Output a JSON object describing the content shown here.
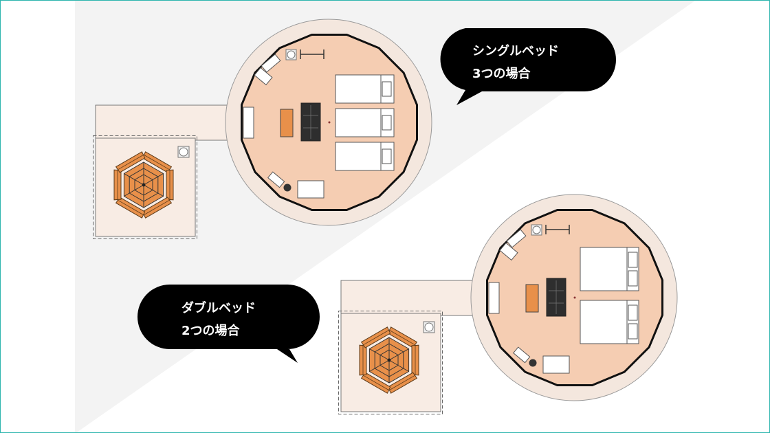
{
  "bubbles": [
    {
      "line1": "シングルベッド",
      "line2": "3つの場合"
    },
    {
      "line1": "ダブルベッド",
      "line2": "2つの場合"
    }
  ],
  "plans": [
    {
      "name": "single-bed-plan",
      "bed_type": "single",
      "bed_count": 3
    },
    {
      "name": "double-bed-plan",
      "bed_type": "double",
      "bed_count": 2
    }
  ],
  "colors": {
    "background_band": "#f3f3f3",
    "outer_ring": "#f4e7de",
    "floor": "#f5cdb2",
    "deck": "#f8ece4",
    "accent_orange": "#e8904a",
    "sofa": "#2e2e2e",
    "bubble": "#000000",
    "frame": "#2bb5ad"
  },
  "icons": [
    "bed-icon",
    "sofa-icon",
    "table-icon",
    "stool-icon",
    "chair-icon",
    "shelf-icon",
    "hexagon-table-icon",
    "bench-icon",
    "lamp-icon",
    "clothes-rack-icon"
  ]
}
